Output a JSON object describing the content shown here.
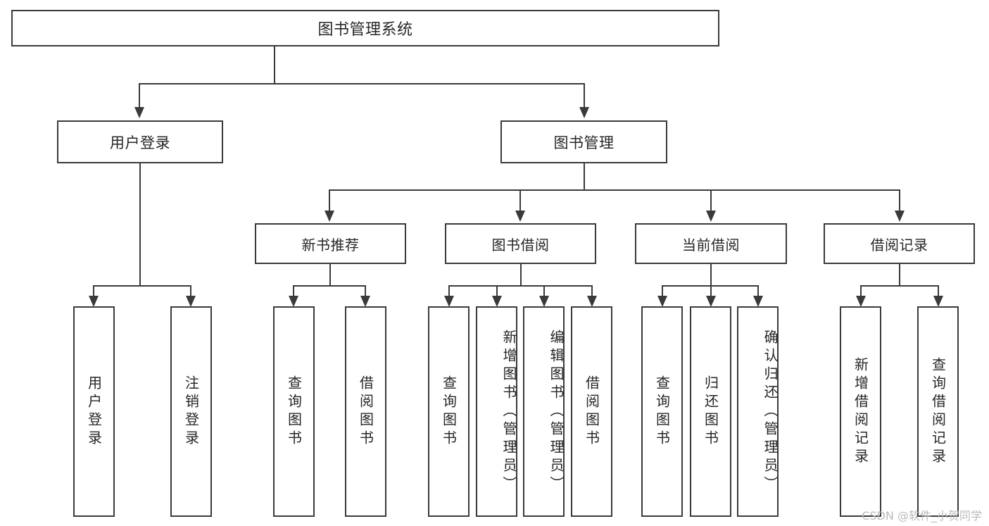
{
  "diagram": {
    "title": "图书管理系统",
    "type": "hierarchy-tree",
    "background": "#ffffff",
    "line_color": "#3a3a3a",
    "text_color": "#262626"
  },
  "root": {
    "label": "图书管理系统"
  },
  "level2": [
    {
      "label": "用户登录"
    },
    {
      "label": "图书管理"
    }
  ],
  "level3": [
    {
      "label": "新书推荐"
    },
    {
      "label": "图书借阅"
    },
    {
      "label": "当前借阅"
    },
    {
      "label": "借阅记录"
    }
  ],
  "leaves": {
    "user_login": [
      {
        "label": "用户登录"
      },
      {
        "label": "注销登录"
      }
    ],
    "new_book_recommend": [
      {
        "label": "查询图书"
      },
      {
        "label": "借阅图书"
      }
    ],
    "book_borrow": [
      {
        "label": "查询图书"
      },
      {
        "label": "新增图书（管理员）"
      },
      {
        "label": "编辑图书（管理员）"
      },
      {
        "label": "借阅图书"
      }
    ],
    "current_borrow": [
      {
        "label": "查询图书"
      },
      {
        "label": "归还图书"
      },
      {
        "label": "确认归还（管理员）"
      }
    ],
    "borrow_record": [
      {
        "label": "新增借阅记录"
      },
      {
        "label": "查询借阅记录"
      }
    ]
  },
  "watermark": {
    "text": "CSDN @软件_小贺同学",
    "color": "#b9b9b9"
  }
}
